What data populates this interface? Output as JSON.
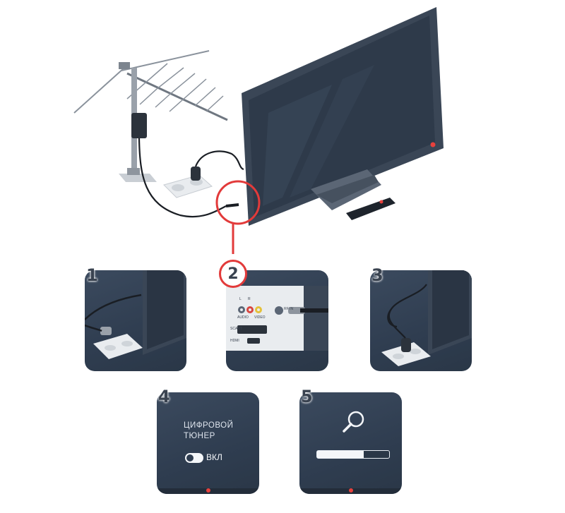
{
  "steps": {
    "s1": "1",
    "s2": "2",
    "s3": "3",
    "s4": "4",
    "s5": "5"
  },
  "connector_panel": {
    "rf_in": "RF IN",
    "scart": "SCART",
    "hdmi": "HDMI",
    "audio_l": "L",
    "audio_r": "R",
    "audio_label": "AUDIO",
    "video_label": "VIDEO"
  },
  "tuner": {
    "line1": "ЦИФРОВОЙ",
    "line2": "ТЮНЕР",
    "toggle_label": "ВКЛ"
  },
  "scan": {
    "progress": 0.65
  },
  "colors": {
    "panel_bg": "#2f3d50",
    "accent_red": "#e23a3a",
    "cable": "#1a1e24",
    "step_number": "#3a4350"
  },
  "icons": {
    "search": "search-icon",
    "antenna": "antenna-icon",
    "tv": "tv-icon",
    "socket": "socket-icon",
    "remote": "remote-icon"
  }
}
